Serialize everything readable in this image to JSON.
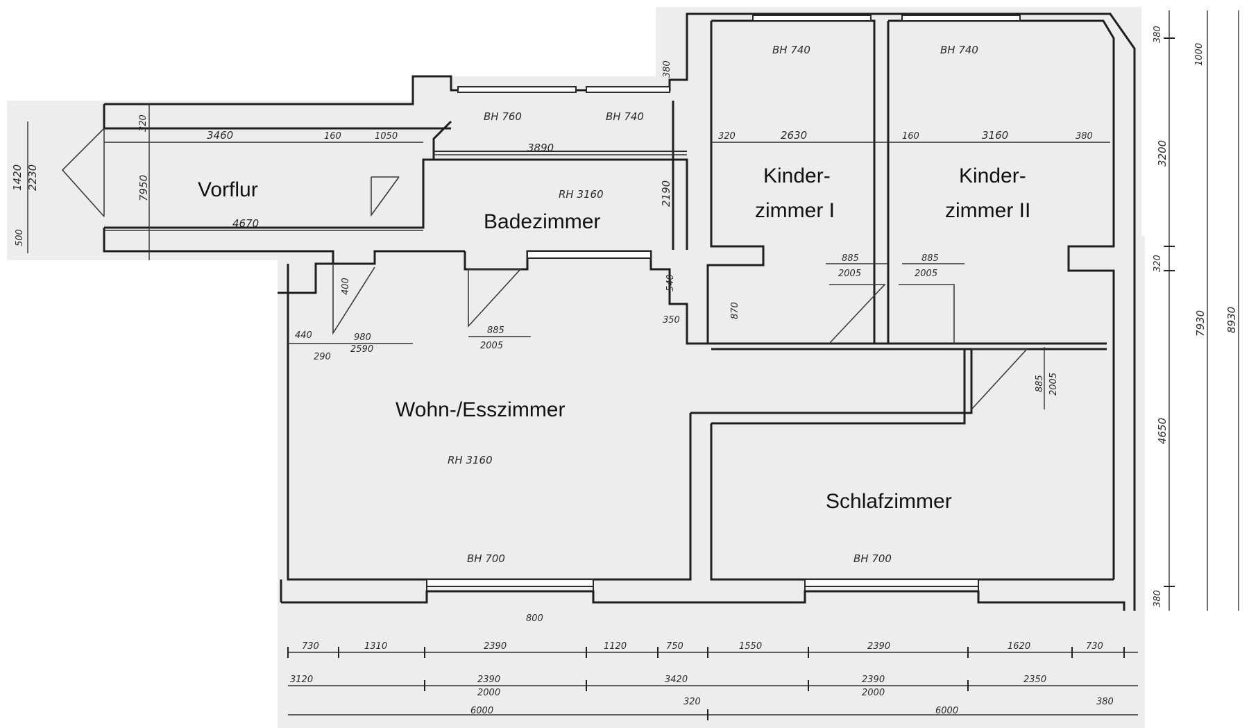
{
  "rooms": {
    "vorflur": "Vorflur",
    "badezimmer": "Badezimmer",
    "kinderzimmer_1_line1": "Kinder-",
    "kinderzimmer_1_line2": "zimmer I",
    "kinderzimmer_2_line1": "Kinder-",
    "kinderzimmer_2_line2": "zimmer II",
    "wohn_esszimmer": "Wohn-/Esszimmer",
    "schlafzimmer": "Schlafzimmer"
  },
  "annotations": {
    "bh_760": "BH 760",
    "bh_740_bad": "BH 740",
    "bh_740_k1": "BH 740",
    "bh_740_k2": "BH 740",
    "rh_3160_bad": "RH 3160",
    "rh_3160_wohn": "RH 3160",
    "bh_700_wohn": "BH 700",
    "bh_700_schlaf": "BH 700"
  },
  "dimensions": {
    "vorflur_3460": "3460",
    "vorflur_160": "160",
    "vorflur_1050": "1050",
    "vorflur_4670": "4670",
    "vorflur_7950": "7950",
    "vorflur_320": "320",
    "left_1420": "1420",
    "left_2230": "2230",
    "left_500": "500",
    "bad_3890": "3890",
    "bad_2190": "2190",
    "bad_380": "380",
    "bad_540": "540",
    "bad_350": "350",
    "k1_320": "320",
    "k1_2630": "2630",
    "k2_160": "160",
    "k2_3160": "3160",
    "k2_380": "380",
    "k1_870": "870",
    "door_885_a": "885",
    "door_2005_a": "2005",
    "door_885_b": "885",
    "door_2005_b": "2005",
    "door_885_c": "885",
    "door_2005_c": "2005",
    "door_885_d": "885",
    "door_2005_d": "2005",
    "wohn_400": "400",
    "wohn_440": "440",
    "wohn_980": "980",
    "wohn_290": "290",
    "wohn_2590": "2590",
    "right_380_top": "380",
    "right_1000": "1000",
    "right_3200": "3200",
    "right_320": "320",
    "right_7930": "7930",
    "right_8930": "8930",
    "right_4650": "4650",
    "right_380_bottom": "380",
    "bottom_800": "800",
    "row1": [
      "730",
      "1310",
      "2390",
      "1120",
      "750",
      "1550",
      "2390",
      "1620",
      "730"
    ],
    "row2": [
      "3120",
      "2390",
      "2000",
      "3420",
      "2390",
      "2000",
      "2350"
    ],
    "row3": [
      "6000",
      "320",
      "6000",
      "380"
    ]
  }
}
